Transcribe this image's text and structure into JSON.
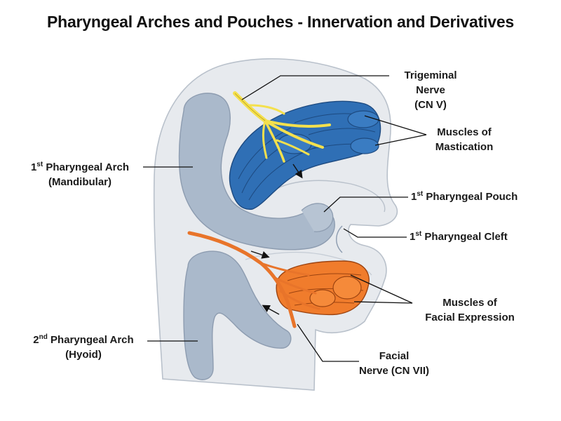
{
  "title": "Pharyngeal Arches and Pouches - Innervation and Derivatives",
  "labels": {
    "trigeminal": {
      "line1": "Trigeminal Nerve",
      "line2": "(CN V)"
    },
    "mastication": {
      "line1": "Muscles of",
      "line2": "Mastication"
    },
    "arch1": {
      "num": "1",
      "sup": "st",
      "rest": " Pharyngeal Arch",
      "line2": "(Mandibular)"
    },
    "pouch1": {
      "num": "1",
      "sup": "st",
      "rest": " Pharyngeal Pouch"
    },
    "cleft1": {
      "num": "1",
      "sup": "st",
      "rest": " Pharyngeal Cleft"
    },
    "facial_expression": {
      "line1": "Muscles of",
      "line2": "Facial Expression"
    },
    "arch2": {
      "num": "2",
      "sup": "nd",
      "rest": " Pharyngeal Arch",
      "line2": "(Hyoid)"
    },
    "facial_nerve": {
      "line1": "Facial",
      "line2": "Nerve (CN VII)"
    }
  },
  "colors": {
    "outline_fill": "#e6e9ed",
    "arch_fill": "#a9b9cc",
    "nerve_v": "#f4e04d",
    "muscle_blue": "#2f6fb5",
    "nerve_vii": "#e8742a",
    "muscle_orange": "#f07c2c"
  }
}
